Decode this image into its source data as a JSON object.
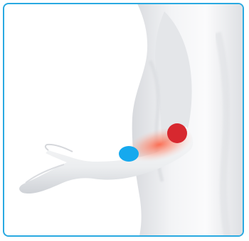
{
  "image": {
    "subject": "torso-with-bent-arm",
    "colors": {
      "frame_border": "#29a9e1",
      "skin_light": "#f7f7f8",
      "skin_mid": "#e6e7ea",
      "skin_shadow": "#cfd1d6",
      "glow": "#ff6a4d",
      "red_marker": "#d7282f",
      "blue_marker": "#16a9ee"
    },
    "markers": [
      {
        "name": "red-dot",
        "color": "#d7282f"
      },
      {
        "name": "blue-dot",
        "color": "#16a9ee"
      }
    ]
  }
}
